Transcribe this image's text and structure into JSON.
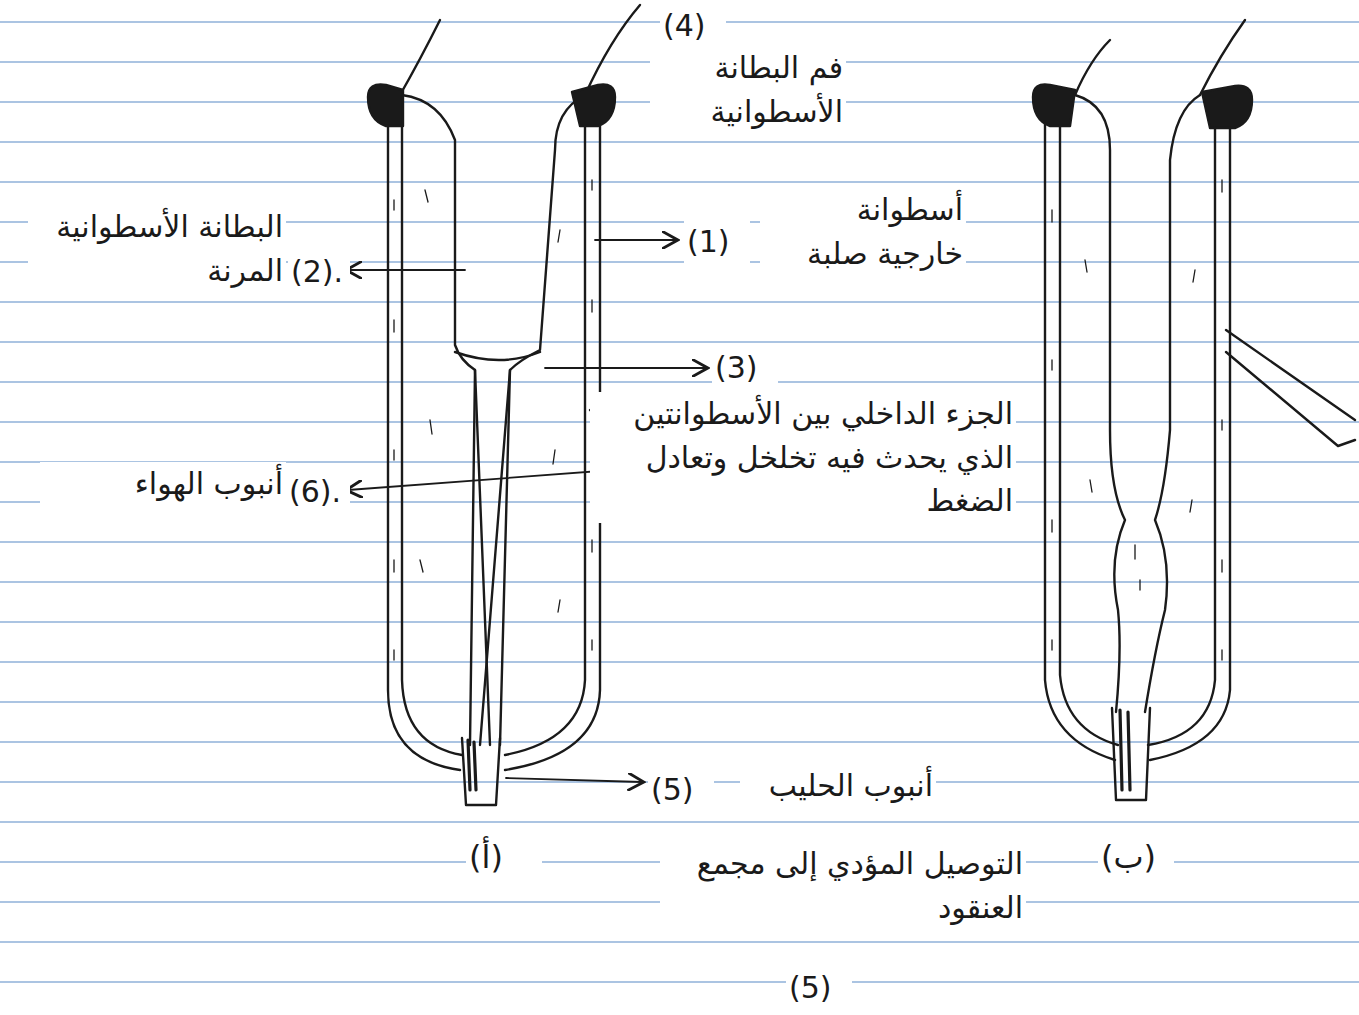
{
  "diagram": {
    "labels": [
      "(4)",
      "فم البطانة الأسطوانية",
      "(1)",
      "أسطوانة خارجية صلبة",
      "(2).",
      "البطانة الأسطوانية المرنة",
      "(3)",
      "الجزء الداخلي بين الأسطوانتين الذي يحدث فيه تخلخل وتعادل الضغط",
      "(6).",
      "أنبوب الهواء",
      "(5)",
      "أنبوب الحليب",
      "التوصيل المؤدي إلى مجمع العنقود",
      "(5)",
      "(أ)",
      "(ب)"
    ]
  }
}
